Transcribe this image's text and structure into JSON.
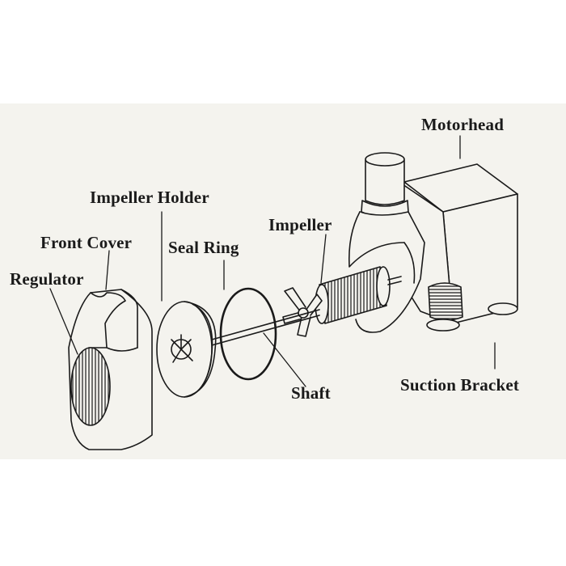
{
  "labels": {
    "motorhead": "Motorhead",
    "impeller_holder": "Impeller Holder",
    "front_cover": "Front Cover",
    "seal_ring": "Seal Ring",
    "impeller": "Impeller",
    "regulator": "Regulator",
    "shaft": "Shaft",
    "suction_bracket": "Suction Bracket"
  },
  "colors": {
    "background": "#f4f3ee",
    "ink": "#1a1a1a"
  }
}
